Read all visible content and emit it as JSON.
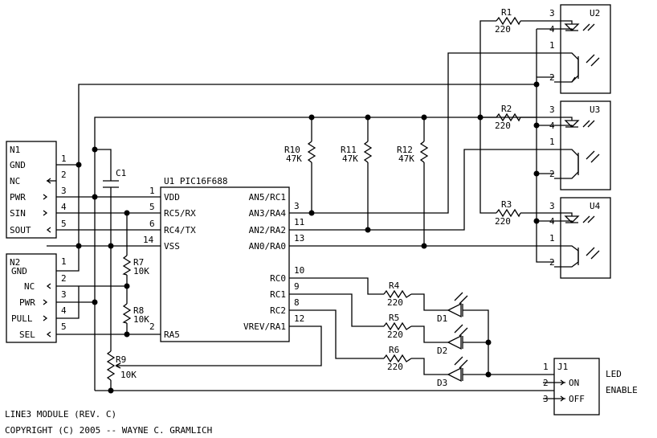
{
  "n1": {
    "ref": "N1",
    "pins": [
      {
        "name": "GND",
        "num": "1"
      },
      {
        "name": "NC",
        "num": "2"
      },
      {
        "name": "PWR",
        "num": "3"
      },
      {
        "name": "SIN",
        "num": "4"
      },
      {
        "name": "SOUT",
        "num": "5"
      }
    ]
  },
  "n2": {
    "ref": "N2",
    "pins": [
      {
        "name": "GND",
        "num": "1"
      },
      {
        "name": "NC",
        "num": "2"
      },
      {
        "name": "PWR",
        "num": "3"
      },
      {
        "name": "PULL",
        "num": "4"
      },
      {
        "name": "SEL",
        "num": "5"
      }
    ]
  },
  "c1": {
    "ref": "C1"
  },
  "u1": {
    "title": "U1 PIC16F688",
    "left_pins": [
      {
        "name": "VDD",
        "num": "1"
      },
      {
        "name": "RC5/RX",
        "num": "5"
      },
      {
        "name": "RC4/TX",
        "num": "6"
      },
      {
        "name": "VSS",
        "num": "14"
      },
      {
        "name": "RA5",
        "num": "2"
      }
    ],
    "right_pins": [
      {
        "name": "AN5/RC1",
        "num": ""
      },
      {
        "name": "AN3/RA4",
        "num": "3"
      },
      {
        "name": "AN2/RA2",
        "num": "11"
      },
      {
        "name": "AN0/RA0",
        "num": "13"
      },
      {
        "name": "RC0",
        "num": "10"
      },
      {
        "name": "RC1",
        "num": "9"
      },
      {
        "name": "RC2",
        "num": "8"
      },
      {
        "name": "VREV/RA1",
        "num": "12"
      }
    ]
  },
  "resistors": {
    "r1": {
      "ref": "R1",
      "val": "220"
    },
    "r2": {
      "ref": "R2",
      "val": "220"
    },
    "r3": {
      "ref": "R3",
      "val": "220"
    },
    "r4": {
      "ref": "R4",
      "val": "220"
    },
    "r5": {
      "ref": "R5",
      "val": "220"
    },
    "r6": {
      "ref": "R6",
      "val": "220"
    },
    "r7": {
      "ref": "R7",
      "val": "10K"
    },
    "r8": {
      "ref": "R8",
      "val": "10K"
    },
    "r9": {
      "ref": "R9",
      "val": "10K"
    },
    "r10": {
      "ref": "R10",
      "val": "47K"
    },
    "r11": {
      "ref": "R11",
      "val": "47K"
    },
    "r12": {
      "ref": "R12",
      "val": "47K"
    }
  },
  "optos": [
    {
      "ref": "U2",
      "pins": [
        "3",
        "4",
        "1",
        "2"
      ]
    },
    {
      "ref": "U3",
      "pins": [
        "3",
        "4",
        "1",
        "2"
      ]
    },
    {
      "ref": "U4",
      "pins": [
        "3",
        "4",
        "1",
        "2"
      ]
    }
  ],
  "diodes": {
    "d1": "D1",
    "d2": "D2",
    "d3": "D3"
  },
  "j1": {
    "ref": "J1",
    "pins": [
      {
        "num": "1",
        "name": ""
      },
      {
        "num": "2",
        "name": "ON"
      },
      {
        "num": "3",
        "name": "OFF"
      }
    ],
    "label_line1": "LED",
    "label_line2": "ENABLE"
  },
  "footer": {
    "line1": "LINE3 MODULE (REV. C)",
    "line2": "COPYRIGHT (C) 2005 -- WAYNE C. GRAMLICH"
  }
}
